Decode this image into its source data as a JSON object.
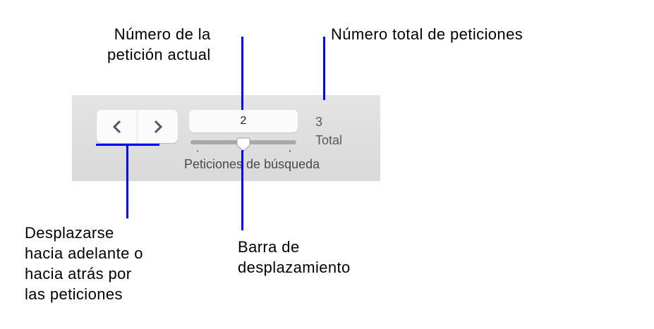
{
  "toolbar": {
    "prev_icon": "chevron-left-icon",
    "next_icon": "chevron-right-icon",
    "current_request": "2",
    "total_count": "3",
    "total_label": "Total",
    "slider_label": "Peticiones de búsqueda",
    "slider": {
      "min": 1,
      "max": 3,
      "value": 2
    }
  },
  "annotations": {
    "current_line1": "Número de la",
    "current_line2": "petición actual",
    "total": "Número total de peticiones",
    "nav_line1": "Desplazarse",
    "nav_line2": "hacia adelante o",
    "nav_line3": "hacia atrás por",
    "nav_line4": "las peticiones",
    "slider_line1": "Barra de",
    "slider_line2": "desplazamiento"
  },
  "colors": {
    "callout_line": "#0000ff",
    "panel_bg": "#dedede"
  }
}
